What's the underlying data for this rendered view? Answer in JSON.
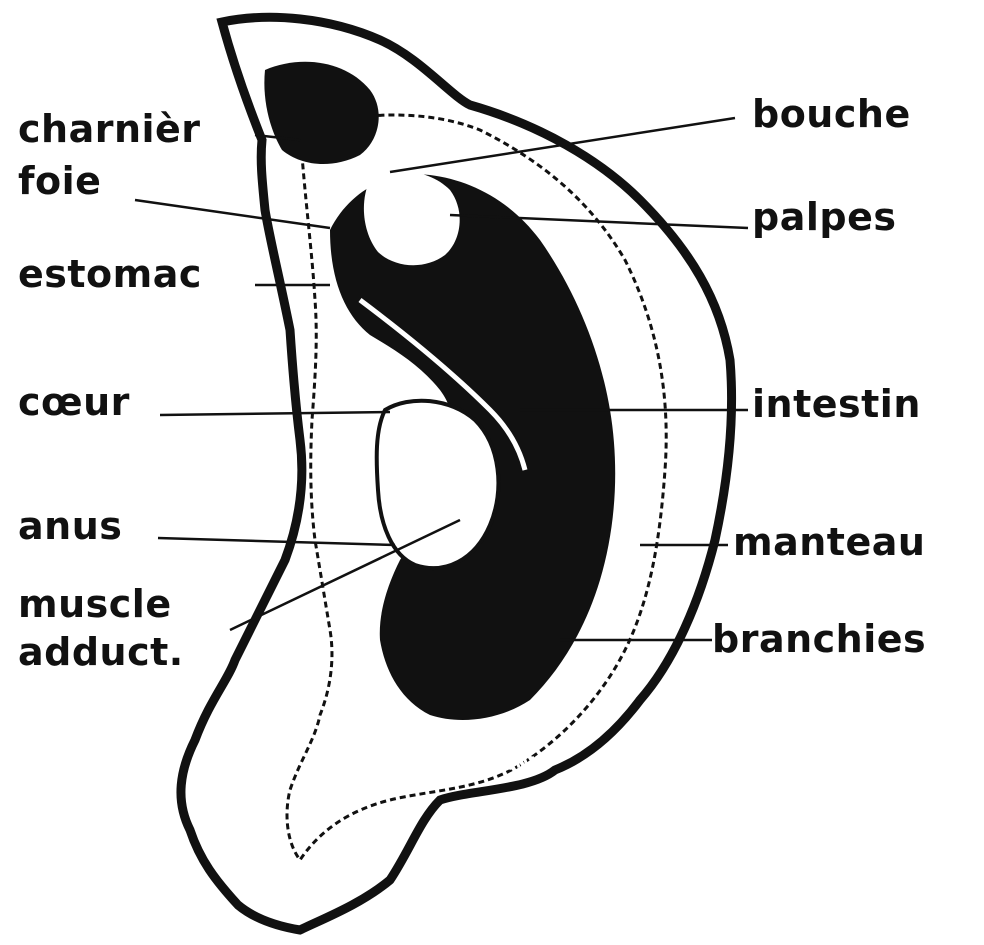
{
  "diagram": {
    "left_labels": {
      "charniere": "charnièr",
      "foie": "foie",
      "estomac": "estomac",
      "coeur": "cœur",
      "anus": "anus",
      "muscle_line1": "muscle",
      "muscle_line2": "adduct."
    },
    "right_labels": {
      "bouche": "bouche",
      "palpes": "palpes",
      "intestin": "intestin",
      "manteau": "manteau",
      "branchies": "branchies"
    }
  },
  "colors": {
    "ink": "#111111",
    "background": "#ffffff"
  }
}
